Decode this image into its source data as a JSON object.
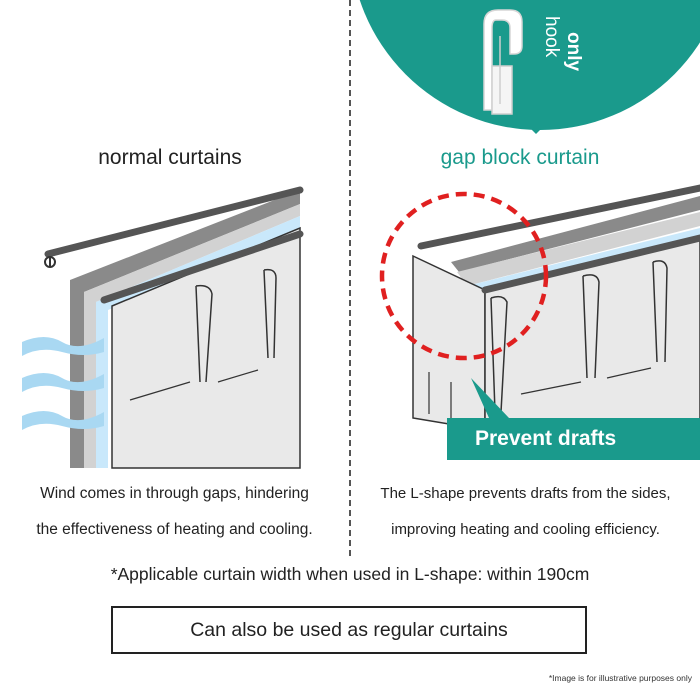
{
  "badge": {
    "label_hook": "hook",
    "label_only": "only"
  },
  "comparison": {
    "left_title": "normal curtains",
    "right_title": "gap block curtain",
    "left_caption_line1": "Wind comes in through gaps, hindering",
    "left_caption_line2": "the effectiveness of heating and cooling.",
    "right_caption_line1": "The L-shape prevents drafts from the sides,",
    "right_caption_line2": "improving heating and cooling efficiency.",
    "callout": "Prevent drafts"
  },
  "notes": {
    "width_note": "*Applicable curtain width when used in L-shape: within 190cm",
    "regular_use": "Can also be used as regular curtains",
    "disclaimer": "*Image is for illustrative purposes only"
  },
  "colors": {
    "teal": "#1a9a8c",
    "curtain": "#e9e9e9",
    "wind": "#a9d8f2",
    "highlight": "#e02020"
  }
}
